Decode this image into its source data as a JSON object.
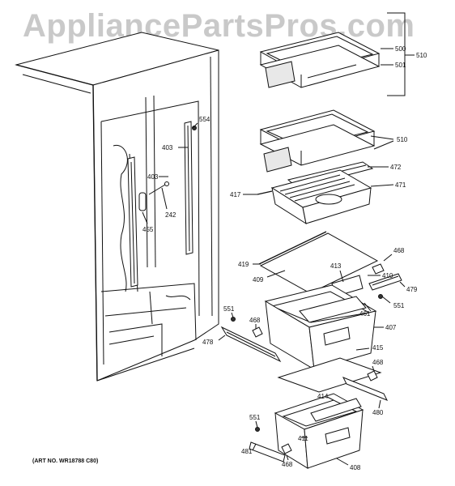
{
  "watermark": "AppliancePartsPros.com",
  "art_number": "(ART NO. WR18788 C80)",
  "part_labels": {
    "p500": "500",
    "p501": "501",
    "p510_top": "510",
    "p510_mid": "510",
    "p554": "554",
    "p403_a": "403",
    "p403_b": "403",
    "p472": "472",
    "p417": "417",
    "p471": "471",
    "p242": "242",
    "p455": "455",
    "p468_a": "468",
    "p419": "419",
    "p413": "413",
    "p410": "410",
    "p409": "409",
    "p479": "479",
    "p551_a": "551",
    "p461": "461",
    "p551_b": "551",
    "p468_b": "468",
    "p407": "407",
    "p478": "478",
    "p415": "415",
    "p468_c": "468",
    "p414": "414",
    "p480": "480",
    "p551_c": "551",
    "p411": "411",
    "p481": "481",
    "p468_d": "468",
    "p408": "408"
  }
}
